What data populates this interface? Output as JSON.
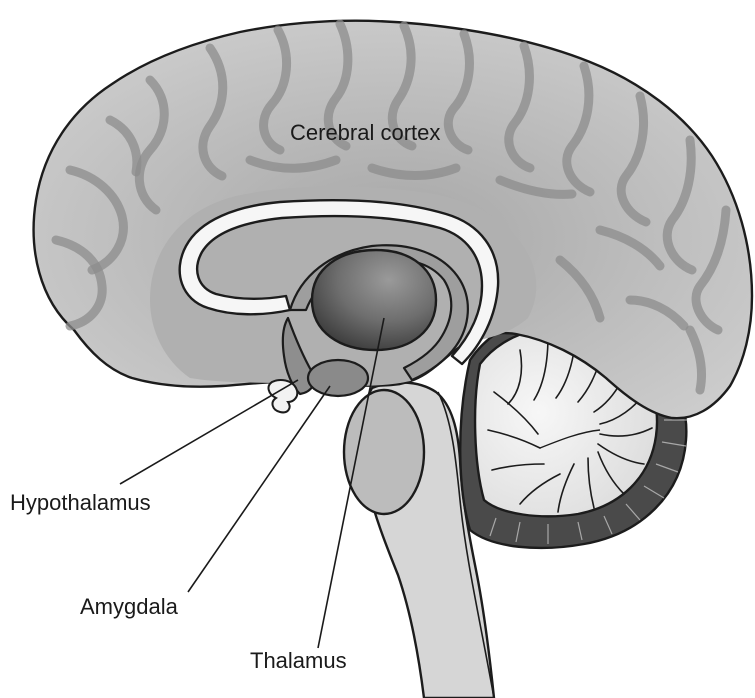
{
  "diagram": {
    "labels": {
      "cerebral_cortex": "Cerebral cortex",
      "hypothalamus": "Hypothalamus",
      "amygdala": "Amygdala",
      "thalamus": "Thalamus"
    },
    "colors": {
      "cortex": "#c9c9c9",
      "inner_cortex": "#a9a9a9",
      "thalamus": "#6e6e6e",
      "amygdala": "#8a8a8a",
      "brainstem": "#d4d4d4",
      "cerebellum_rim": "#4a4a4a",
      "cerebellum_core": "#f2f2f2",
      "outline": "#1c1c1c"
    }
  }
}
